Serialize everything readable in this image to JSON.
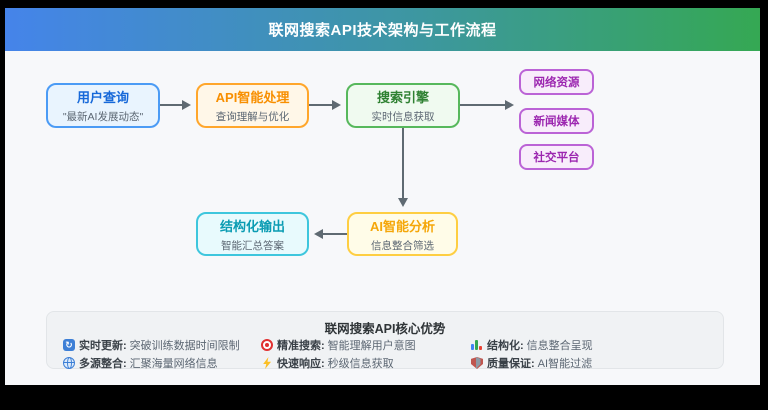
{
  "header": {
    "title": "联网搜索API技术架构与工作流程"
  },
  "flow": {
    "nodes": [
      {
        "id": "user-query",
        "title": "用户查询",
        "subtitle": "\"最新AI发展动态\"",
        "color": "#4b9bf5"
      },
      {
        "id": "api-processing",
        "title": "API智能处理",
        "subtitle": "查询理解与优化",
        "color": "#ffa62b"
      },
      {
        "id": "search-engine",
        "title": "搜索引擎",
        "subtitle": "实时信息获取",
        "color": "#57b85c"
      },
      {
        "id": "ai-analysis",
        "title": "AI智能分析",
        "subtitle": "信息整合筛选",
        "color": "#fece42"
      },
      {
        "id": "structured-output",
        "title": "结构化输出",
        "subtitle": "智能汇总答案",
        "color": "#3ec6dd"
      }
    ],
    "sources": [
      {
        "label": "网络资源"
      },
      {
        "label": "新闻媒体"
      },
      {
        "label": "社交平台"
      }
    ],
    "source_color": "#bb63d6",
    "arrow_color": "#5f6a72"
  },
  "advantages": {
    "title": "联网搜索API核心优势",
    "items": [
      {
        "icon": "refresh-icon",
        "label": "实时更新:",
        "text": "突破训练数据时间限制"
      },
      {
        "icon": "globe-icon",
        "label": "多源整合:",
        "text": "汇聚海量网络信息"
      },
      {
        "icon": "target-icon",
        "label": "精准搜索:",
        "text": "智能理解用户意图"
      },
      {
        "icon": "lightning-icon",
        "label": "快速响应:",
        "text": "秒级信息获取"
      },
      {
        "icon": "bar-chart-icon",
        "label": "结构化:",
        "text": "信息整合呈现"
      },
      {
        "icon": "shield-icon",
        "label": "质量保证:",
        "text": "AI智能过滤"
      }
    ]
  },
  "theme": {
    "header_gradient_start": "#4584ea",
    "header_gradient_end": "#35a853",
    "body_background": "#f7f8fa",
    "panel_background": "#f0f2f4"
  }
}
